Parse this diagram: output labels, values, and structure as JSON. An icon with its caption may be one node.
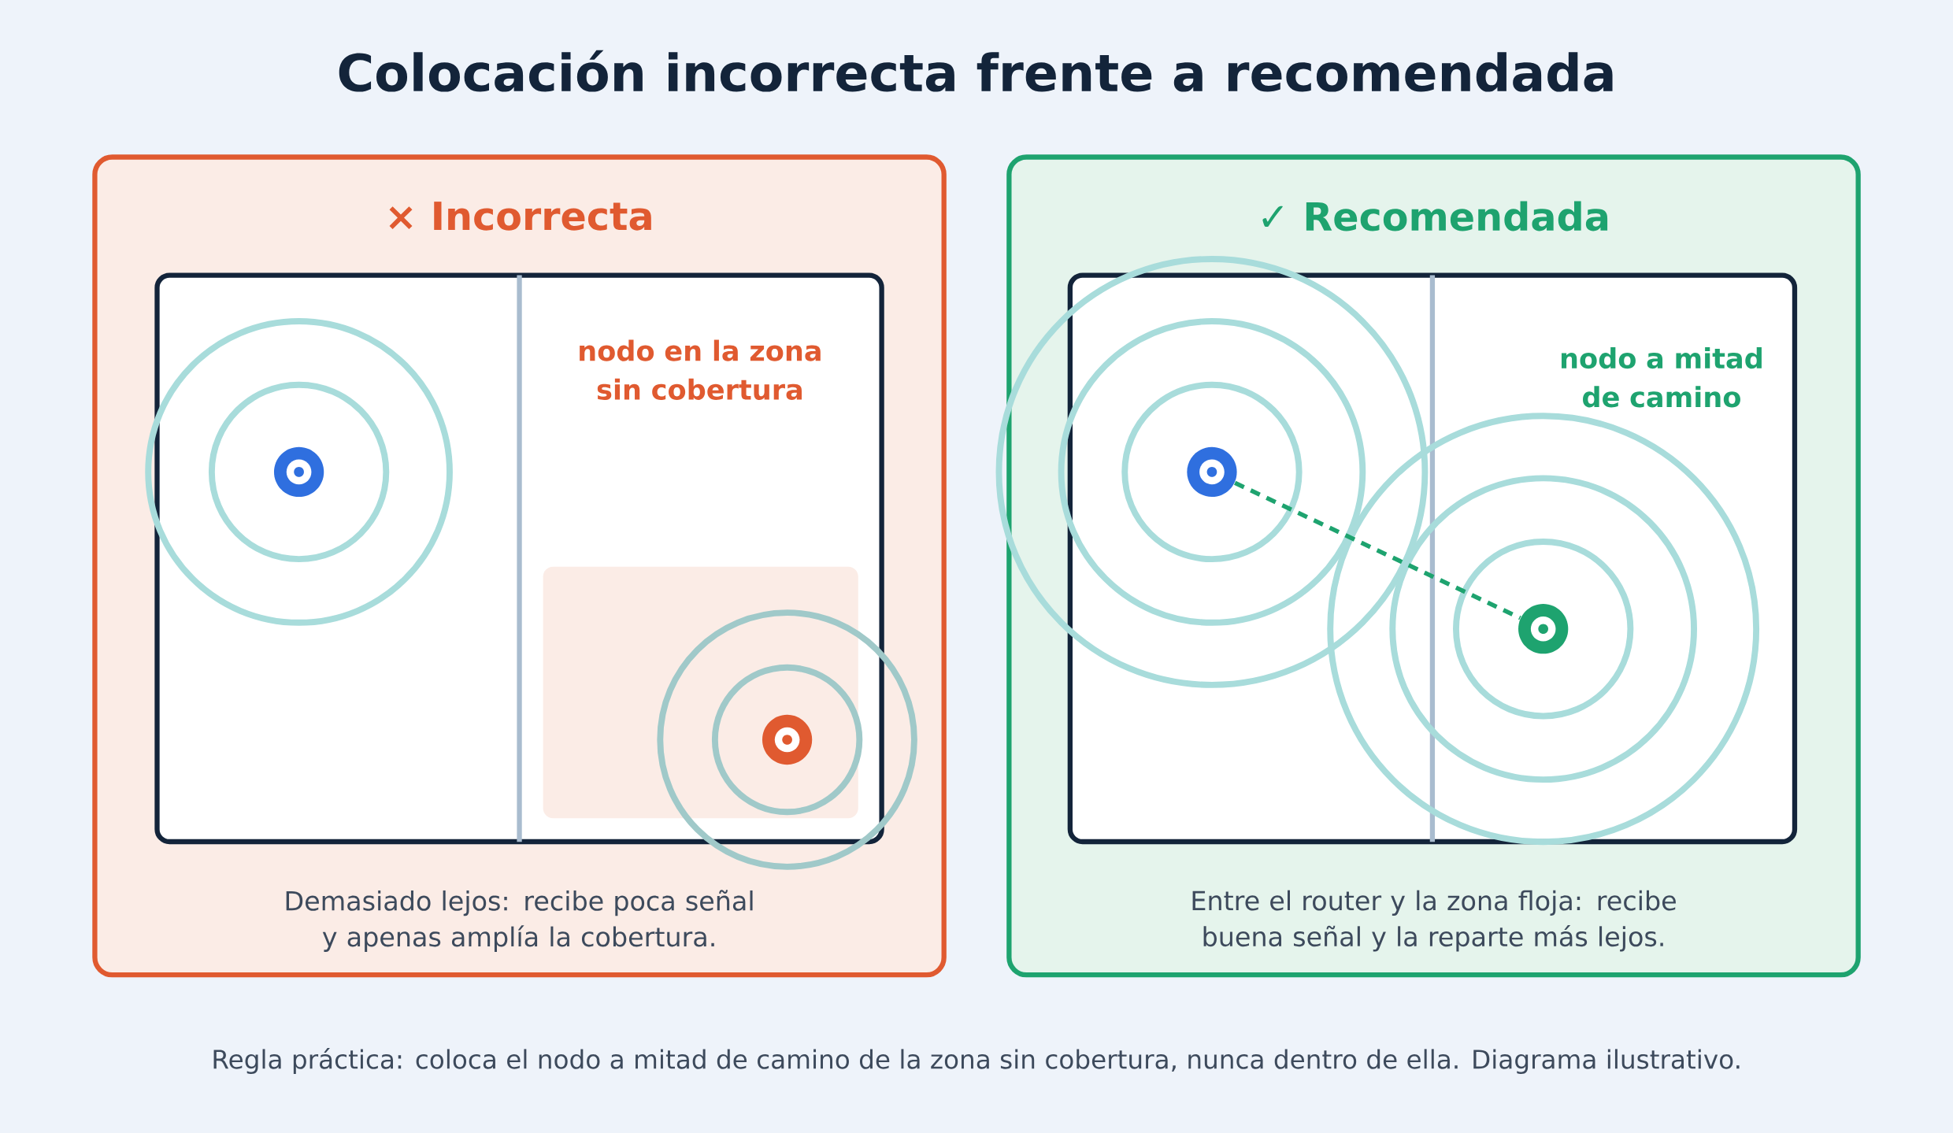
{
  "diagram": {
    "title": "Colocación incorrecta frente a recomendada",
    "nodes": [
      {
        "text": [
          "× Incorrecta",
          "Demasiado lejos: recibe poca señal y apenas amplía la cobertura."
        ]
      },
      {
        "text": [],
        "shape": "box",
        "in": 0
      },
      {
        "text": [],
        "shape": "circle",
        "in": 1
      },
      {
        "text": [],
        "shape": "circle",
        "in": 1
      },
      {
        "text": [
          "✓ Recomendada",
          "Entre el router y la zona floja: recibe buena señal y la reparte más lejos."
        ]
      },
      {
        "text": [],
        "shape": "box",
        "in": 4
      },
      {
        "text": [],
        "shape": "circle",
        "in": 5
      },
      {
        "text": [],
        "shape": "circle",
        "in": 5
      }
    ],
    "edges": [
      {
        "from": 6,
        "to": 7,
        "arrow": "none",
        "style": "dashed",
        "color": "#1ea36f"
      }
    ],
    "labels": [
      "nodo en la zona sin cobertura",
      "nodo a mitad de camino"
    ],
    "caption": "Regla práctica: coloca el nodo a mitad de camino de la zona sin cobertura, nunca dentro de ella. Diagrama ilustrativo."
  }
}
